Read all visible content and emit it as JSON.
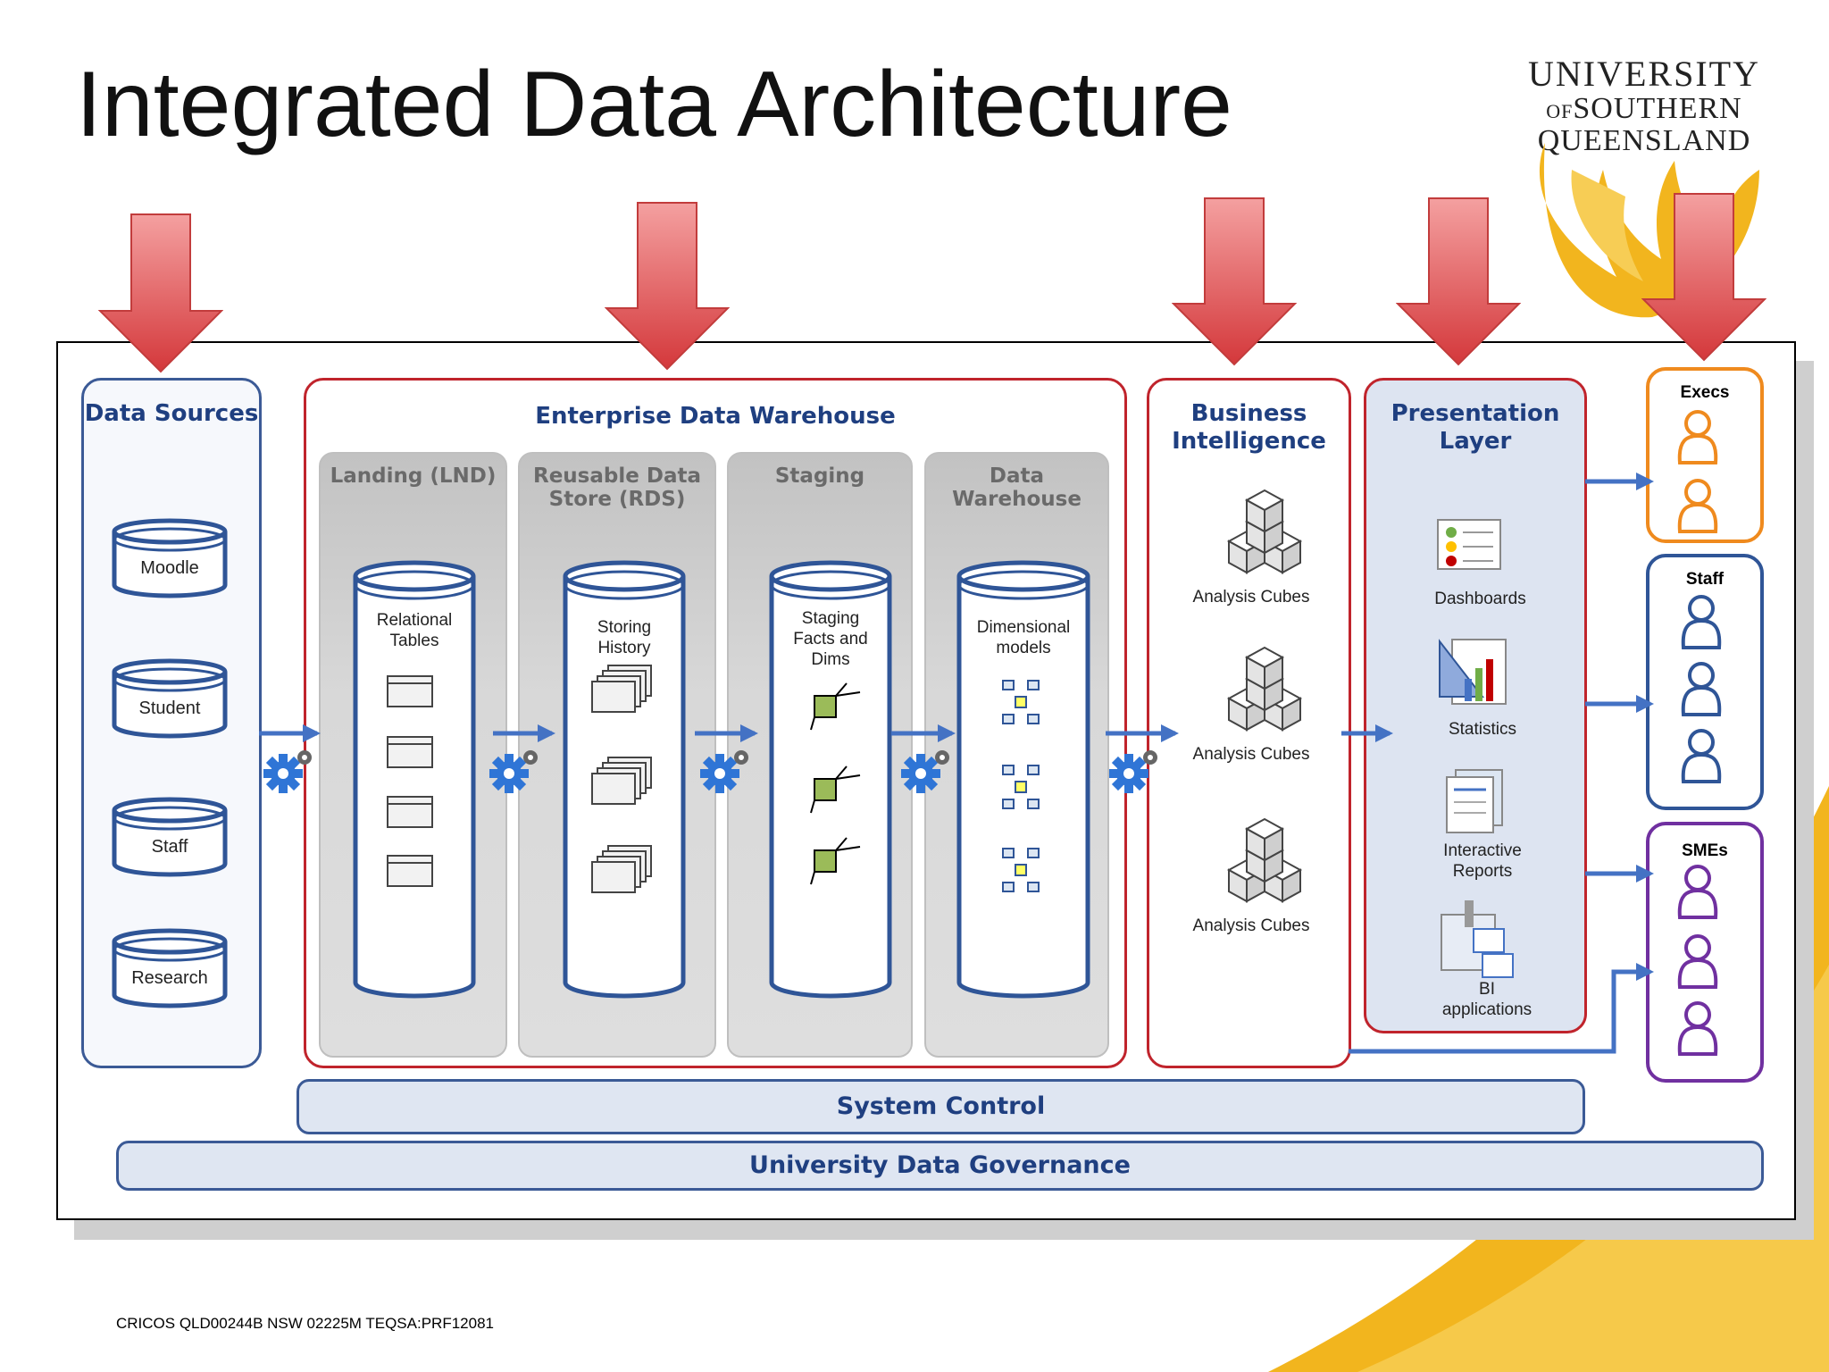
{
  "slide": {
    "title": "Integrated Data Architecture",
    "footer": "CRICOS QLD00244B NSW 02225M TEQSA:PRF12081"
  },
  "logo": {
    "line1": "UNIVERSITY",
    "line2_prefix": "OF",
    "line2": "SOUTHERN",
    "line3": "QUEENSLAND"
  },
  "colors": {
    "accent_red": "#c0242c",
    "accent_blue": "#3b5a96",
    "brand_gold": "#f0b323",
    "execs": "#ef8a1e",
    "staff": "#2f5597",
    "smes": "#7030a0"
  },
  "data_sources": {
    "title": "Data Sources",
    "items": [
      "Moodle",
      "Student",
      "Staff",
      "Research"
    ]
  },
  "edw": {
    "title": "Enterprise Data Warehouse",
    "columns": [
      {
        "title": "Landing (LND)",
        "label": "Relational Tables"
      },
      {
        "title": "Reusable Data Store (RDS)",
        "label": "Storing History"
      },
      {
        "title": "Staging",
        "label": "Staging Facts and Dims"
      },
      {
        "title": "Data Warehouse",
        "label": "Dimensional models"
      }
    ]
  },
  "bi": {
    "title": "Business Intelligence",
    "items": [
      "Analysis Cubes",
      "Analysis Cubes",
      "Analysis Cubes"
    ]
  },
  "presentation": {
    "title": "Presentation Layer",
    "items": [
      "Dashboards",
      "Statistics",
      "Interactive Reports",
      "BI applications"
    ]
  },
  "users": {
    "execs": "Execs",
    "staff": "Staff",
    "smes": "SMEs"
  },
  "bars": {
    "system_control": "System Control",
    "governance": "University Data Governance"
  }
}
